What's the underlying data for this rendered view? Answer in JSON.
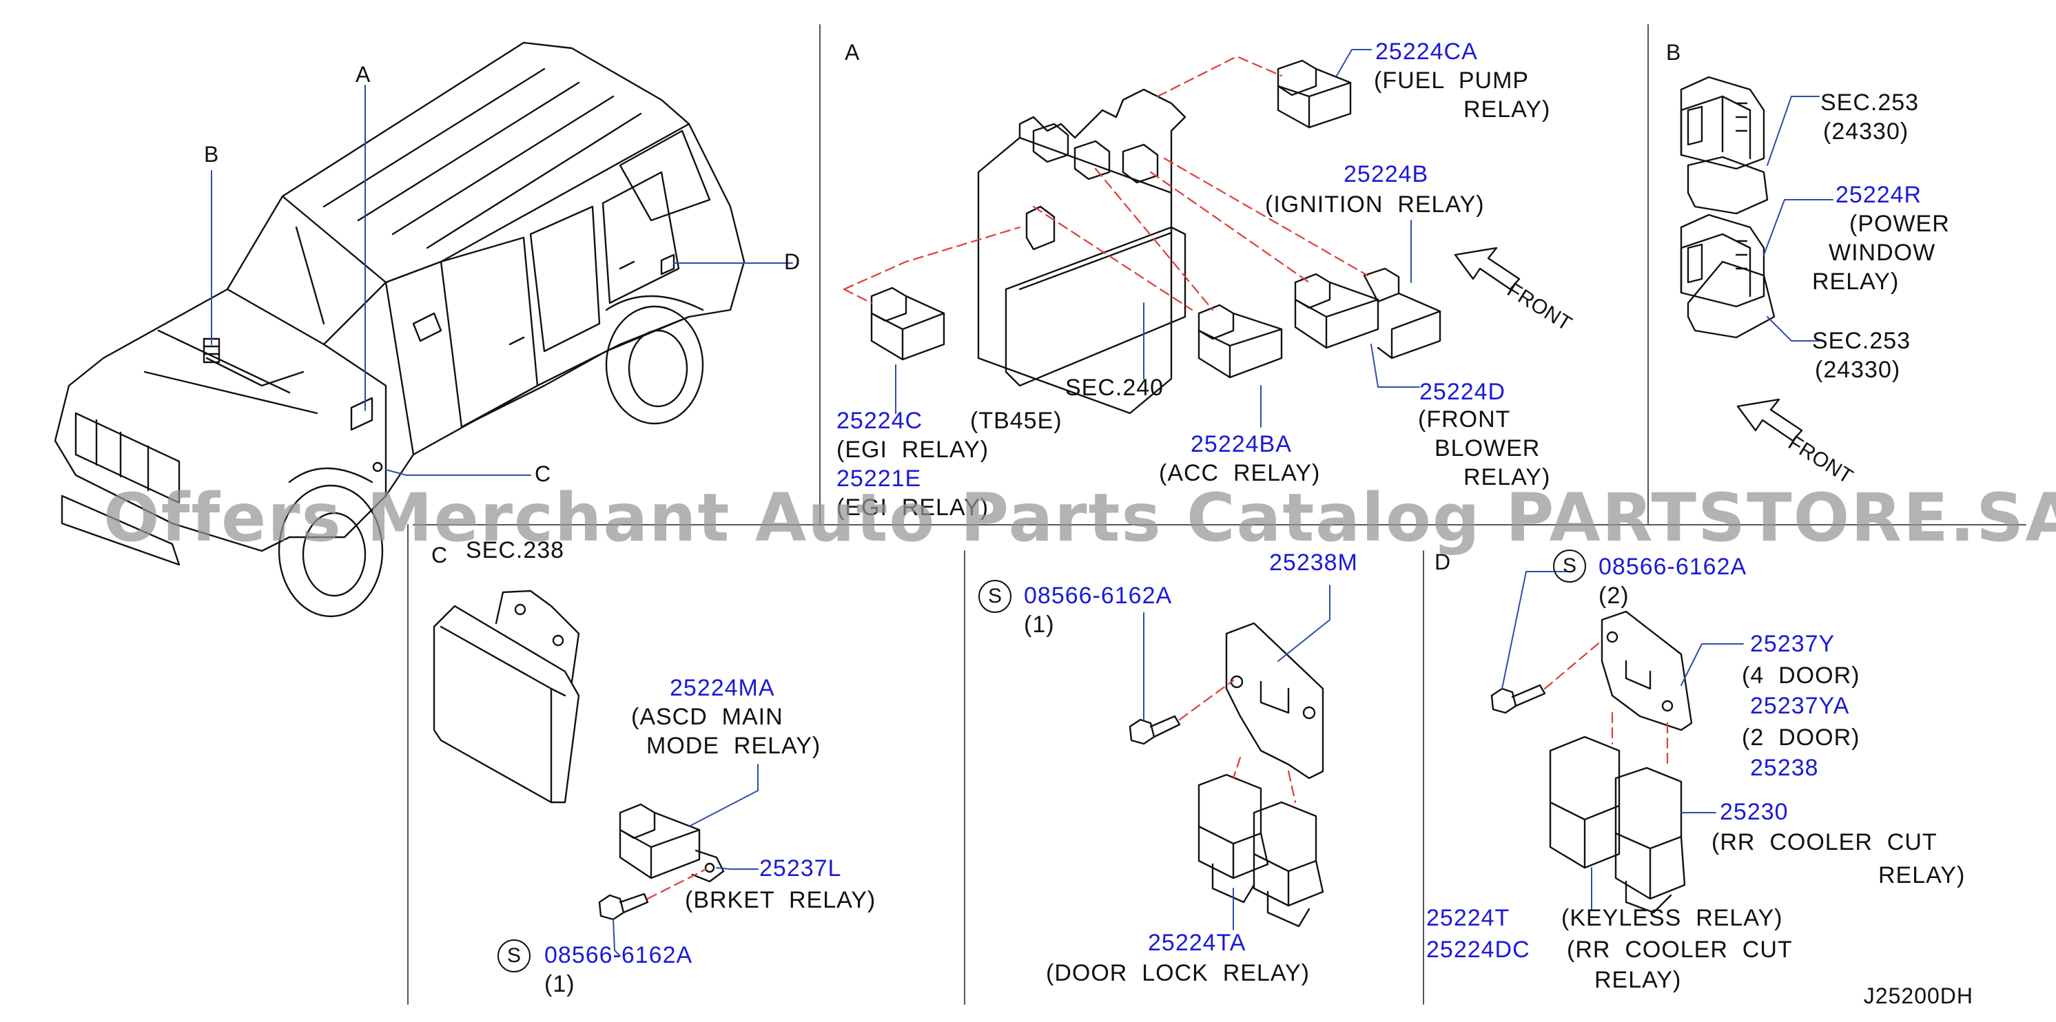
{
  "callouts": {
    "A": "A",
    "B": "B",
    "C": "C",
    "D": "D"
  },
  "sections": {
    "A": {
      "letter": "A",
      "fuel_pump": {
        "part": "25224CA",
        "desc1": "(FUEL  PUMP",
        "desc2": "RELAY)"
      },
      "ignition": {
        "part": "25224B",
        "desc": "(IGNITION  RELAY)"
      },
      "egi": {
        "part": "25224C",
        "desc": "(EGI  RELAY)",
        "alt_part": "25221E",
        "alt_desc": "(EGI  RELAY)"
      },
      "tb45e": "(TB45E)",
      "sec240": "SEC.240",
      "acc": {
        "part": "25224BA",
        "desc": "(ACC  RELAY)"
      },
      "blower": {
        "part": "25224D",
        "desc1": "(FRONT",
        "desc2": "BLOWER",
        "desc3": "RELAY)"
      },
      "front": "FRONT"
    },
    "B": {
      "letter": "B",
      "sec_top": {
        "ref": "SEC.253",
        "num": "(24330)"
      },
      "power_window": {
        "part": "25224R",
        "desc1": "(POWER",
        "desc2": "WINDOW",
        "desc3": "RELAY)"
      },
      "sec_bottom": {
        "ref": "SEC.253",
        "num": "(24330)"
      },
      "front": "FRONT"
    },
    "C": {
      "letter": "C",
      "sec238": "SEC.238",
      "ascd": {
        "part": "25224MA",
        "desc1": "(ASCD  MAIN",
        "desc2": "MODE  RELAY)"
      },
      "brket": {
        "part": "25237L",
        "desc": "(BRKET  RELAY)"
      },
      "screw": {
        "mark": "S",
        "part": "08566-6162A",
        "qty": "(1)"
      }
    },
    "middle": {
      "screw": {
        "mark": "S",
        "part": "08566-6162A",
        "qty": "(1)"
      },
      "bracket": {
        "part": "25238M"
      },
      "door_lock": {
        "part": "25224TA",
        "desc": "(DOOR  LOCK  RELAY)"
      }
    },
    "D": {
      "letter": "D",
      "screw": {
        "mark": "S",
        "part": "08566-6162A",
        "qty": "(2)"
      },
      "bracket": {
        "part1": "25237Y",
        "desc1": "(4  DOOR)",
        "part2": "25237YA",
        "desc2": "(2  DOOR)",
        "part3": "25238"
      },
      "rr_cooler": {
        "part": "25230",
        "desc1": "(RR  COOLER  CUT",
        "desc2": "RELAY)"
      },
      "keyless": {
        "part1": "25224T",
        "part2": "25224DC",
        "desc1": "(KEYLESS  RELAY)",
        "desc2": "(RR  COOLER  CUT",
        "desc3": "RELAY)"
      }
    }
  },
  "watermark": "Offers Merchant Auto Parts Catalog PARTSTORE.SA",
  "diagram_code": "J25200DH",
  "colors": {
    "part_number": "#1a1ad6",
    "text": "#111111",
    "phantom_line": "#e23a3a",
    "leader": "#2b4fa8",
    "watermark": "#969696"
  }
}
